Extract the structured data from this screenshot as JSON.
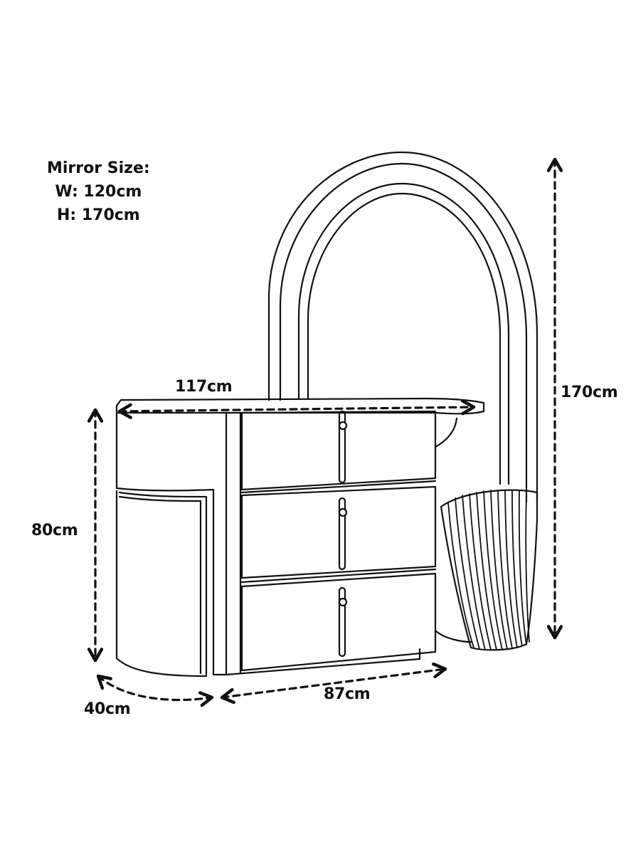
{
  "spec": {
    "title": "Mirror Size:",
    "width": "W: 120cm",
    "height": "H: 170cm"
  },
  "dimensions": {
    "top_width": "117cm",
    "mirror_height": "170cm",
    "cabinet_height": "80cm",
    "depth": "40cm",
    "front_width": "87cm"
  },
  "colors": {
    "line": "#111111",
    "background": "#ffffff"
  }
}
